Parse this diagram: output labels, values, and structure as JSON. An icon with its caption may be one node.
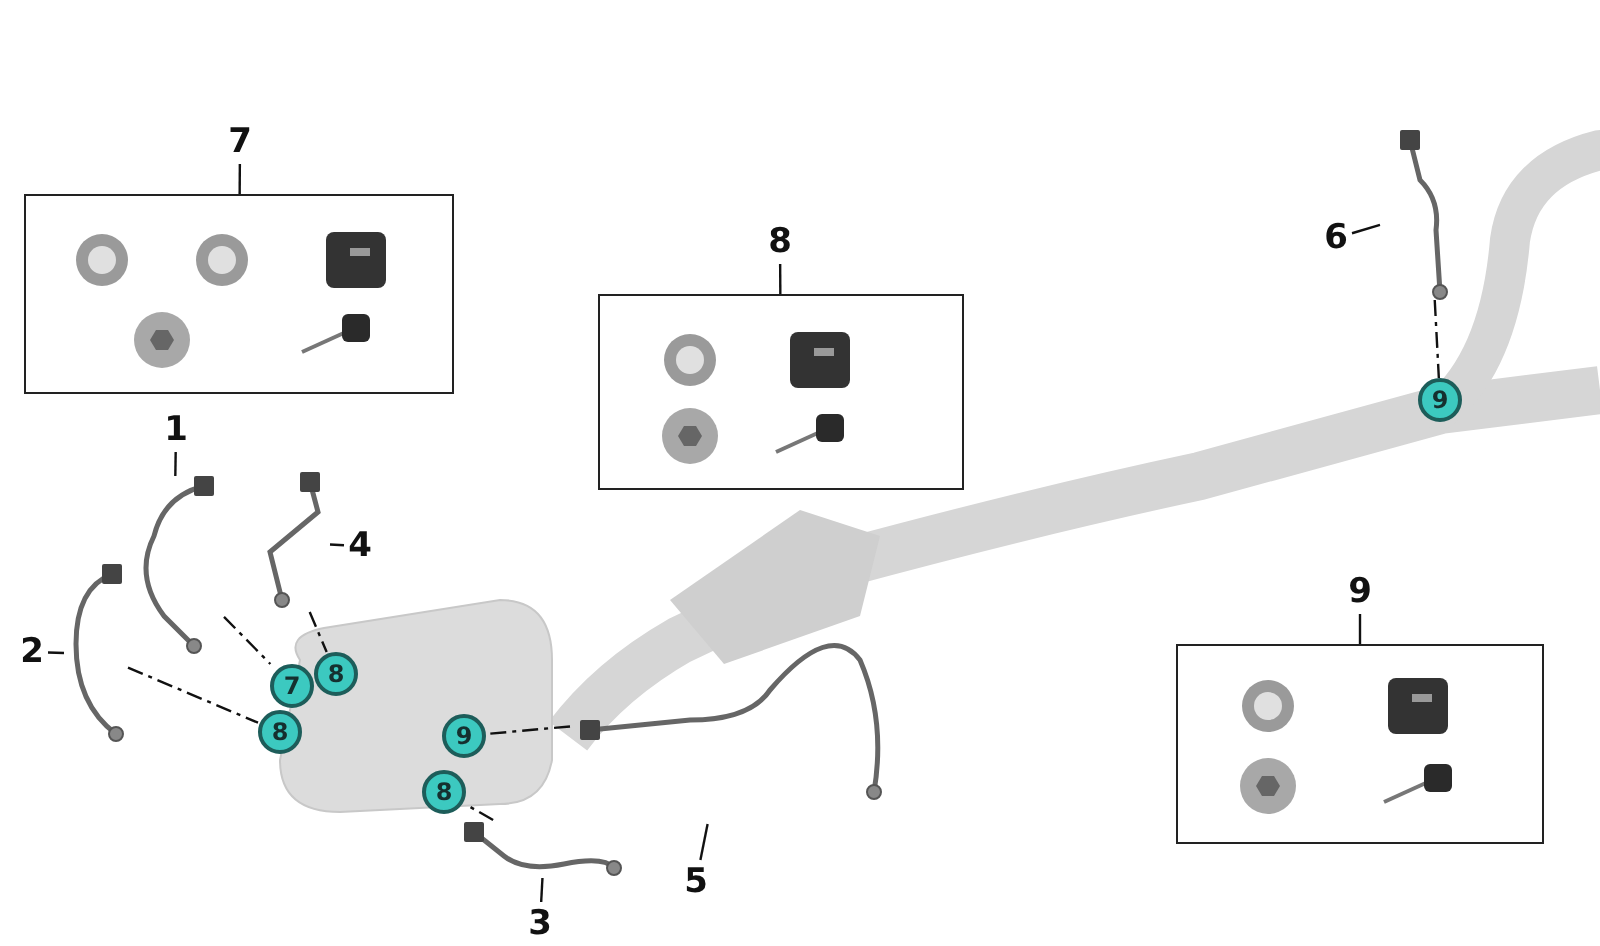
{
  "diagram": {
    "nodes": [
      {
        "text": [
          "7"
        ]
      },
      {
        "text": [],
        "shape": "box"
      },
      {
        "text": [
          "8"
        ]
      },
      {
        "text": [],
        "shape": "box"
      },
      {
        "text": [
          "9"
        ]
      },
      {
        "text": [],
        "shape": "box"
      },
      {
        "text": [
          "1"
        ]
      },
      {
        "text": [],
        "shape": "picture"
      },
      {
        "text": [
          "2"
        ]
      },
      {
        "text": [],
        "shape": "picture"
      },
      {
        "text": [
          "4"
        ]
      },
      {
        "text": [],
        "shape": "picture"
      },
      {
        "text": [
          "3"
        ]
      },
      {
        "text": [],
        "shape": "picture"
      },
      {
        "text": [
          "5"
        ]
      },
      {
        "text": [],
        "shape": "picture"
      },
      {
        "text": [
          "6"
        ]
      },
      {
        "text": [],
        "shape": "picture"
      },
      {
        "text": [],
        "shape": "picture"
      },
      {
        "text": [
          "9"
        ]
      },
      {
        "text": [
          "8"
        ],
        "in": 18
      },
      {
        "text": [
          "7"
        ],
        "in": 18
      },
      {
        "text": [
          "8"
        ],
        "in": 18
      },
      {
        "text": [
          "9"
        ],
        "in": 18
      },
      {
        "text": [
          "8"
        ],
        "in": 18
      }
    ],
    "edges": [
      {
        "from": 0,
        "to": 1,
        "arrow": "none"
      },
      {
        "from": 2,
        "to": 3,
        "arrow": "none"
      },
      {
        "from": 4,
        "to": 5,
        "arrow": "none"
      },
      {
        "from": 6,
        "to": 7,
        "arrow": "none"
      },
      {
        "from": 8,
        "to": 9,
        "arrow": "none"
      },
      {
        "from": 10,
        "to": 11,
        "arrow": "none"
      },
      {
        "from": 12,
        "to": 13,
        "arrow": "none"
      },
      {
        "from": 14,
        "to": 15,
        "arrow": "none"
      },
      {
        "from": 16,
        "to": 17,
        "arrow": "none"
      },
      {
        "from": 7,
        "to": 21,
        "arrow": "none",
        "style": "dashed"
      },
      {
        "from": 9,
        "to": 22,
        "arrow": "none",
        "style": "dashed"
      },
      {
        "from": 11,
        "to": 20,
        "arrow": "none",
        "style": "dashed"
      },
      {
        "from": 13,
        "to": 24,
        "arrow": "none",
        "style": "dashed"
      },
      {
        "from": 15,
        "to": 23,
        "arrow": "none",
        "style": "dashed"
      },
      {
        "from": 17,
        "to": 19,
        "arrow": "none",
        "style": "dashed"
      }
    ]
  }
}
